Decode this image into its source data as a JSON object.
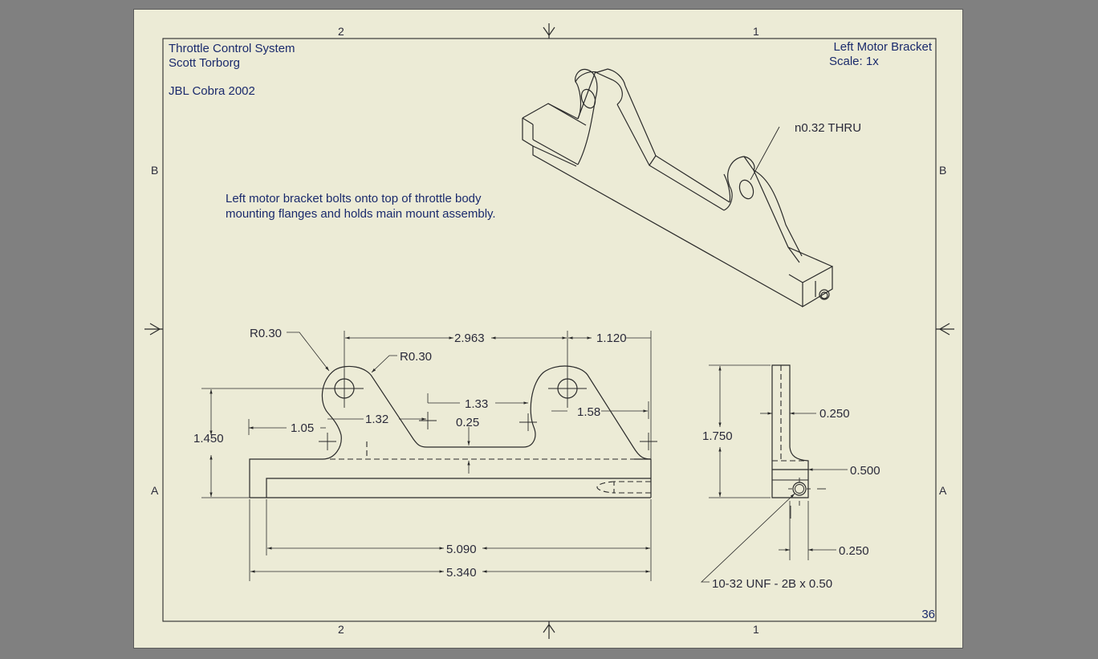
{
  "title_block": {
    "project": "Throttle Control System",
    "author": "Scott Torborg",
    "vehicle": "JBL Cobra 2002",
    "part_name": "Left Motor Bracket",
    "scale": "Scale: 1x",
    "sheet_number": "36"
  },
  "note": {
    "line1": "Left motor bracket bolts onto top of throttle body",
    "line2": "mounting flanges and holds main mount assembly."
  },
  "zones": {
    "col_left": "2",
    "col_right": "1",
    "row_top": "B",
    "row_bottom": "A"
  },
  "iso_view": {
    "hole_callout": "n0.32 THRU"
  },
  "front_view": {
    "dims": {
      "r1": "R0.30",
      "r2": "R0.30",
      "hole_spacing": "2.963",
      "hole_to_end": "1.120",
      "height": "1.450",
      "d133": "1.33",
      "d132": "1.32",
      "d025": "0.25",
      "d158": "1.58",
      "d105": "1.05",
      "inner_length": "5.090",
      "overall_length": "5.340"
    }
  },
  "side_view": {
    "dims": {
      "height": "1.750",
      "thickness": "0.250",
      "base": "0.500",
      "hole_offset": "0.250"
    },
    "thread_callout": "10-32 UNF - 2B x 0.50"
  }
}
